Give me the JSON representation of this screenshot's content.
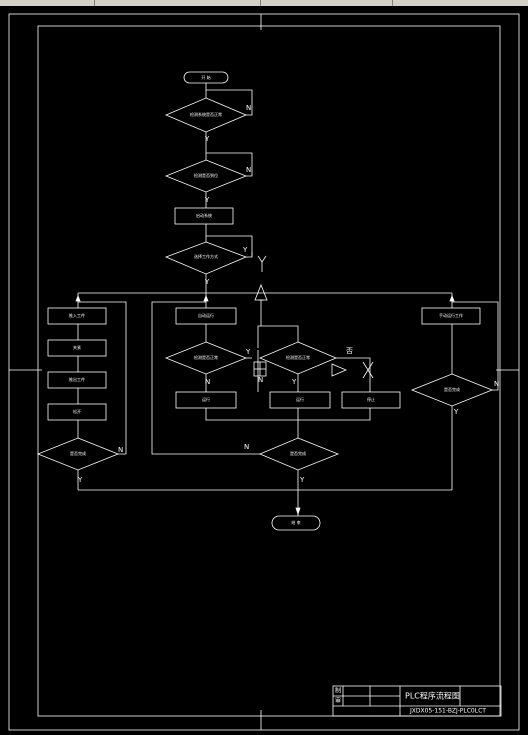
{
  "toolbar": {
    "fragments": [
      "·",
      "·",
      "·",
      "·"
    ]
  },
  "flowchart": {
    "start": "开 始",
    "end": "结 束",
    "d1": "检测系统是否正常",
    "d2": "检测是否到位",
    "p1": "启动系统",
    "d3": "选择工作方式",
    "l1": "推入工件",
    "l2": "夹紧",
    "l3": "推出工件",
    "l4": "松开",
    "ld": "是否完成",
    "m1": "自动运行",
    "md": "检测是否正常",
    "mb": "运行",
    "cd": "检测是否正常",
    "c1": "运行",
    "c2": "停止",
    "cdd": "是否完成",
    "r1": "手动运行工作",
    "rd": "是否完成",
    "labels": {
      "n1": "N",
      "y1": "Y",
      "n2": "N",
      "y2": "Y",
      "y3": "Y",
      "y4": "Y",
      "nl": "N",
      "yl": "Y",
      "ym": "Y",
      "nm": "N",
      "nc": "N",
      "yc": "Y",
      "yr": "Y",
      "nr": "N",
      "yb": "Y",
      "nb": "N",
      "cq": "否"
    }
  },
  "titleblock": {
    "title": "PLC程序流程图",
    "code": "JXDX05-151-BZJ-PLC0LCT",
    "r1": "制",
    "r2": "审"
  }
}
